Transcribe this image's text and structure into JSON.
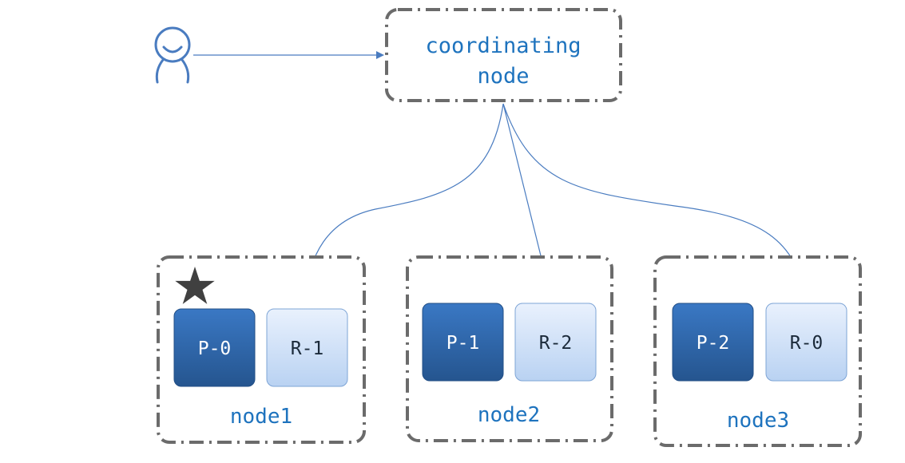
{
  "coordinator": {
    "line1": "coordinating",
    "line2": "node"
  },
  "nodes": [
    {
      "label": "node1",
      "primary": "P-0",
      "replica": "R-1",
      "starred": true
    },
    {
      "label": "node2",
      "primary": "P-1",
      "replica": "R-2",
      "starred": false
    },
    {
      "label": "node3",
      "primary": "P-2",
      "replica": "R-0",
      "starred": false
    }
  ],
  "colors": {
    "accent": "#1e73be",
    "primary_fill": "#2f63ad",
    "replica_fill": "#cfe0f8",
    "dash_stroke": "#6b6b6b",
    "arrow": "#4a7cc0",
    "star": "#404040"
  },
  "icons": {
    "user": "user-icon",
    "star": "star-icon"
  }
}
